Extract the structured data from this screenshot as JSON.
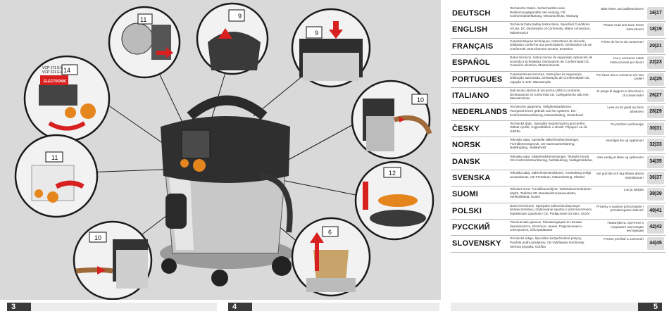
{
  "left_page_number": "3",
  "middle_page_number": "4",
  "right_page_number": "5",
  "callouts": [
    {
      "num": "11"
    },
    {
      "num": "9"
    },
    {
      "num": "9"
    },
    {
      "num": "14",
      "brand": "ELECTRONIC",
      "model_1": "VCP 171 E-L",
      "model_2": "VCP 221 E-L"
    },
    {
      "num": "10"
    },
    {
      "num": "11"
    },
    {
      "num": "12"
    },
    {
      "num": "10"
    },
    {
      "num": "6"
    }
  ],
  "languages": [
    {
      "lang": "DEUTSCH",
      "desc": "Technische Daten, Sicherheitshin-eise, Bestimmungsgemäße Ver-endung, CE-Konformitätserklärung, Netzanschluss, Wartung",
      "note": "Bitte lesen und aufbew.ahren!",
      "pages": "16|17"
    },
    {
      "lang": "ENGLISH",
      "desc": "Technical Data,Safety Instructions, Specified Conditions of Use, EC-Declaration of Conformity, Mains connection, Maintenance",
      "note": "Please read and save these instructions!",
      "pages": "18|19"
    },
    {
      "lang": "FRANÇAIS",
      "desc": "Caractéristiques techniques, Instructions de sécurité, Utilisation conforme aux prescriptions, Déclaration CE de Conformité, Branchement secteur, Entretien",
      "note": "Prière de lire et de conserver!",
      "pages": "20|21"
    },
    {
      "lang": "ESPAÑOL",
      "desc": "Datos técnicos, Instrucciones de seguridad, Aplicación de acuerdo a la finalidad, Declaración de Conformidad CE, Conexión eléctrica, Mantenimiento",
      "note": "Lea y conserve estas instrucciones por favor!",
      "pages": "22|23"
    },
    {
      "lang": "PORTUGUES",
      "desc": "Características técnicas, Instruções de segurança, Utilização autorizada, Declaração de Conformidade CE, Ligação à rede, Manutenção",
      "note": "Por favor leia e conserve em seu poder!",
      "pages": "24|25"
    },
    {
      "lang": "ITALIANO",
      "desc": "Dati tecnici,Norme di sicurezza,Utilizzo conforme, Dichiarazione di conformità CE, Collegamento alla rete, Manutenzione",
      "note": "Si prega di leggere le istruzioni e di conservarle!",
      "pages": "26|27"
    },
    {
      "lang": "NEDERLANDS",
      "desc": "Technische gegevens, Veiligheidsadviezen, Voorgeschreven gebruik van het systeem, EG-Konformiteitsverklaring, Netaansluiting, Onderhoud",
      "note": "Lees en let goed op deze adviezen!",
      "pages": "28|29"
    },
    {
      "lang": "ČESKY",
      "desc": "Technická data , Speciální bezpečnostní upozornění, Oblast využití, Cejprohlášení o shodě, Připojení na sít, Údržba",
      "note": "Po přečtení uschovejte",
      "pages": "30|31"
    },
    {
      "lang": "NORSK",
      "desc": "Tekniske data, Spesielle sikkerhetshenvisninger, Formålsmessig bruk, CE-Samsvarserklæring, Nettilkopling, Vedlikehold",
      "note": "Vennligst les og oppbevar!",
      "pages": "32|33"
    },
    {
      "lang": "DANSK",
      "desc": "Tekniske data, Sikkerhedshenvisninger, Tiltænkt formål, CE-Konformitetserklæring, Nettilslutning, Vedligeholdelse,",
      "note": "Vær venlig at læse og opbevare!",
      "pages": "34|35"
    },
    {
      "lang": "SVENSKA",
      "desc": "Tekniska data, Säkerhetsinstruktioner, Användning enligt användarnas, CE-Försäkran, Nätanslutning, Skötsel",
      "note": "Var god läs och tag tillvara dessa instruktioner!",
      "pages": "36|37"
    },
    {
      "lang": "SUOMI",
      "desc": "Tekniset arvot, Turvallisuusohjeet, Tarkoituksenmukainen käyttö, Todistus CE-standardinmukaisuudesta, Verkkoliitäntä, Huolto",
      "note": "Lue ja säilytä!",
      "pages": "38|39"
    },
    {
      "lang": "POLSKI",
      "desc": "Dane techniczne, Specjalne zalecenia dotyczące bezpieczeństwa, Użytkowanie zgodne z przeznaczeniem, Świadectwo zgodności CE, Podłączenie do sieci, Dozór",
      "note": "Prosimy o uważne przeczytanie i przestrzeganie zaleceń",
      "pages": "40|41"
    },
    {
      "lang": "РУССКИЙ",
      "desc": "Технические данные, Рекомендации по технике безопасности, Использо- вание, Подключение к электросети, Обслуживание",
      "note": "Пожалуйста, прочтите и сохраните настоящие инструкции",
      "pages": "42|43"
    },
    {
      "lang": "SLOVENSKY",
      "desc": "Technické údaje, Špeciálne bezpečnostné pokyny, Použitie podľa predpisov, CE-Vyhlásenie konformity, Sieťová prípojka, Údržba",
      "note": "Prosím prečítať a uschovať!",
      "pages": "44|45"
    }
  ]
}
